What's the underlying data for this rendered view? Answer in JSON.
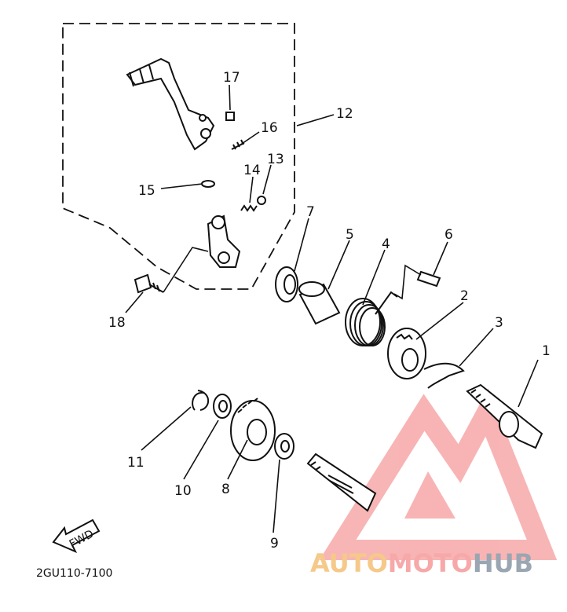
{
  "diagram": {
    "part_numbers": [
      "1",
      "2",
      "3",
      "4",
      "5",
      "6",
      "7",
      "8",
      "9",
      "10",
      "11",
      "12",
      "13",
      "14",
      "15",
      "16",
      "17",
      "18"
    ],
    "direction_label": "FWD",
    "diagram_code": "2GU110-7100"
  },
  "watermark": {
    "part1": "AUTO",
    "part2": "MOTO",
    "part3": "HUB",
    "colors": {
      "primary": "#f7a8a8",
      "accent": "#f5c98a",
      "dark": "#9aa6b2"
    }
  }
}
